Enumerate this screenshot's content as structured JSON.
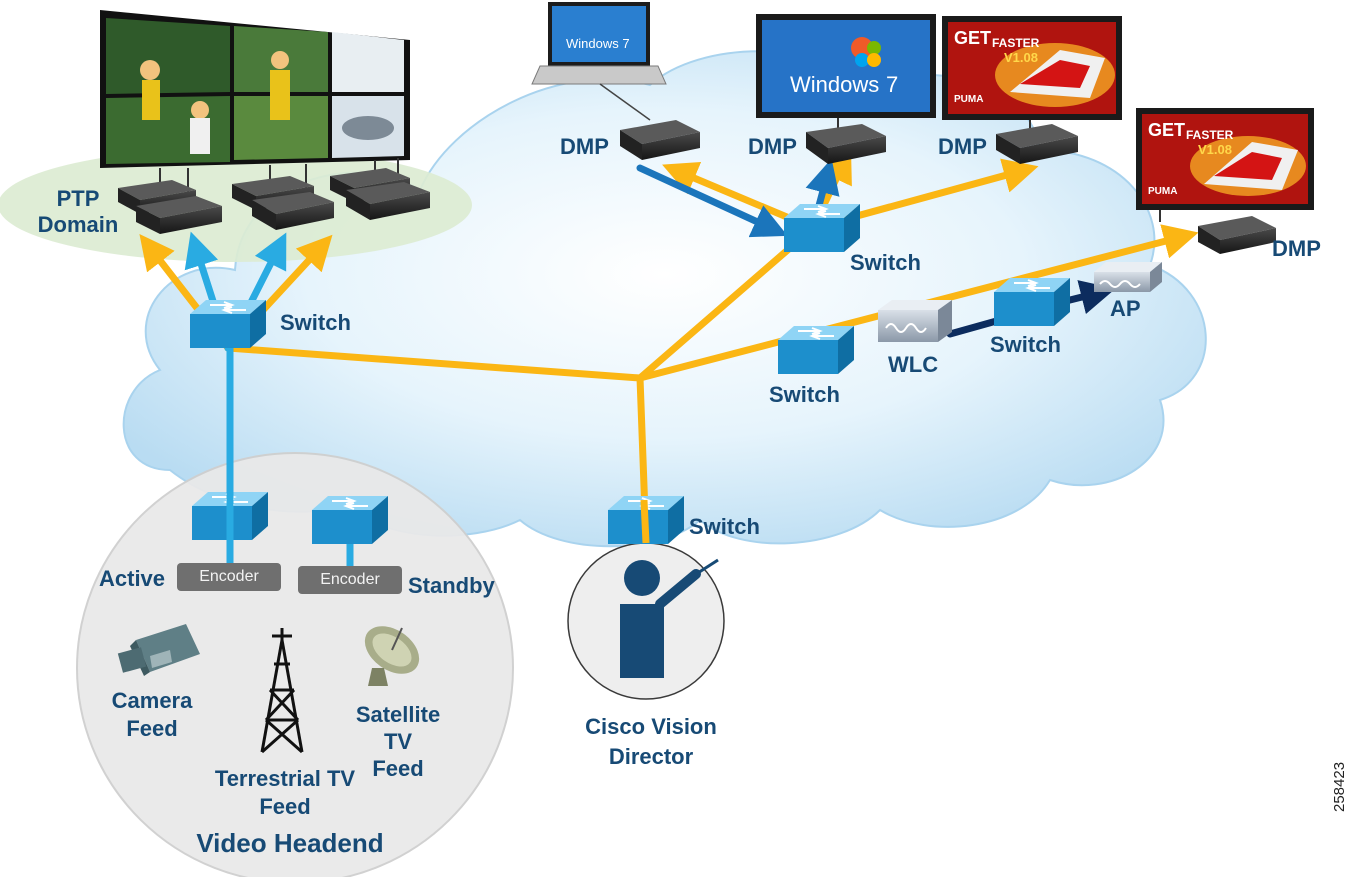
{
  "labels": {
    "ptp_domain_line1": "PTP",
    "ptp_domain_line2": "Domain",
    "switch_ptp": "Switch",
    "dmp_laptop": "DMP",
    "dmp_windows": "DMP",
    "dmp_ad": "DMP",
    "dmp_right": "DMP",
    "switch_top": "Switch",
    "switch_wlc": "Switch",
    "switch_mid": "Switch",
    "wlc": "WLC",
    "ap": "AP",
    "switch_director": "Switch",
    "active": "Active",
    "standby": "Standby",
    "encoder_active": "Encoder",
    "encoder_standby": "Encoder",
    "camera_feed_line1": "Camera",
    "camera_feed_line2": "Feed",
    "terrestrial_line1": "Terrestrial TV",
    "terrestrial_line2": "Feed",
    "satellite_line1": "Satellite",
    "satellite_line2": "TV",
    "satellite_line3": "Feed",
    "director_line1": "Cisco Vision",
    "director_line2": "Director",
    "video_headend": "Video Headend",
    "figure_id": "258423"
  },
  "screens": {
    "laptop_text": "Windows 7",
    "monitor_text_main": "Windows",
    "monitor_text_num": "7",
    "ad_line1": "GET",
    "ad_line2": "FASTER",
    "ad_version": "V1.08",
    "ad_brand": "PUMA"
  },
  "colors": {
    "label_blue": "#174a75",
    "link_yellow": "#fbb614",
    "link_blue": "#29abe2",
    "link_mid_blue": "#1b75bb",
    "link_navy": "#0c2c5e",
    "switch_blue": "#1f9ad6",
    "cloud": "#cfe9f8",
    "ptp_green": "#dcebd2",
    "headend_gray": "#e9e9e9",
    "encoder_gray": "#6f6f6f"
  },
  "icons": [
    "cloud-shape",
    "video-wall-icon",
    "laptop-icon",
    "monitor-icon",
    "digital-signage-icon",
    "dmp-device-icon",
    "switch-icon",
    "wlc-icon",
    "access-point-icon",
    "encoder-icon",
    "camera-icon",
    "broadcast-tower-icon",
    "satellite-dish-icon",
    "presenter-icon"
  ]
}
